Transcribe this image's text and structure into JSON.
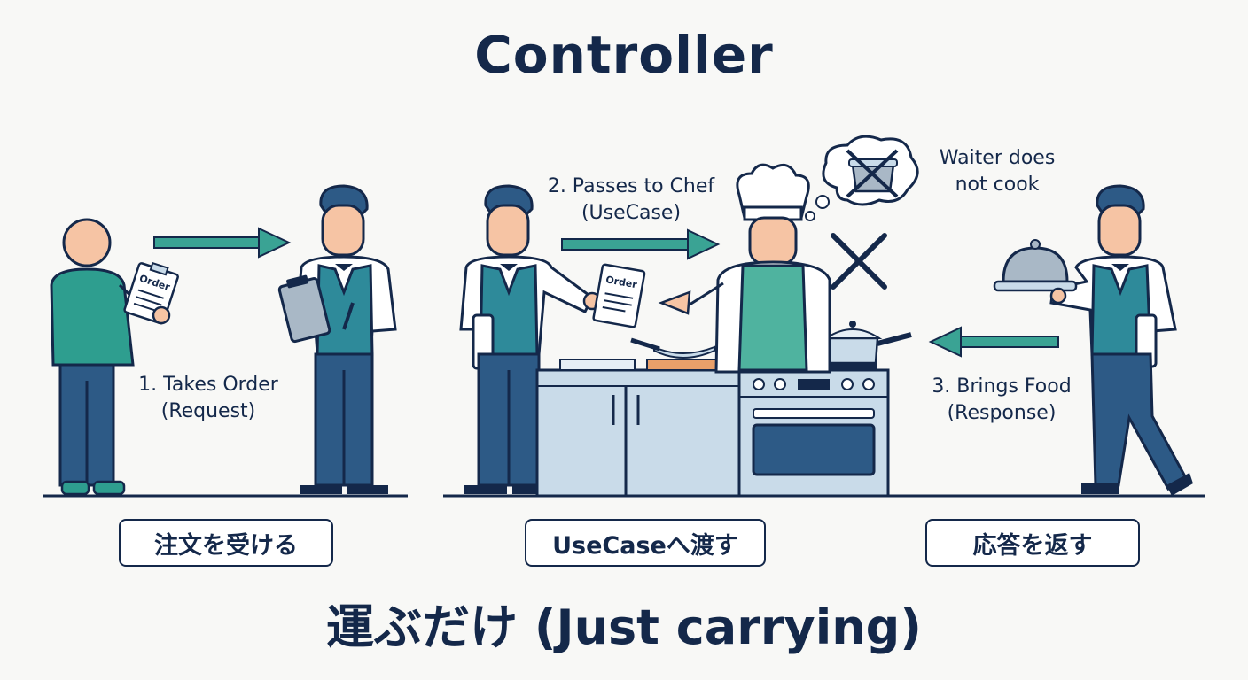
{
  "title": "Controller",
  "steps": [
    {
      "line1": "1. Takes Order",
      "line2": "(Request)"
    },
    {
      "line1": "2. Passes to Chef",
      "line2": "(UseCase)"
    },
    {
      "line1": "3. Brings Food",
      "line2": "(Response)"
    }
  ],
  "note": {
    "line1": "Waiter does",
    "line2": "not cook"
  },
  "order_label": "Order",
  "stages": [
    "注文を受ける",
    "UseCaseへ渡す",
    "応答を返す"
  ],
  "caption": "運ぶだけ (Just carrying)",
  "colors": {
    "navy": "#14284a",
    "teal": "#2e9e8f",
    "steel_blue": "#2d5a86",
    "light_blue": "#c9dbe9",
    "skin": "#f6c4a4"
  }
}
